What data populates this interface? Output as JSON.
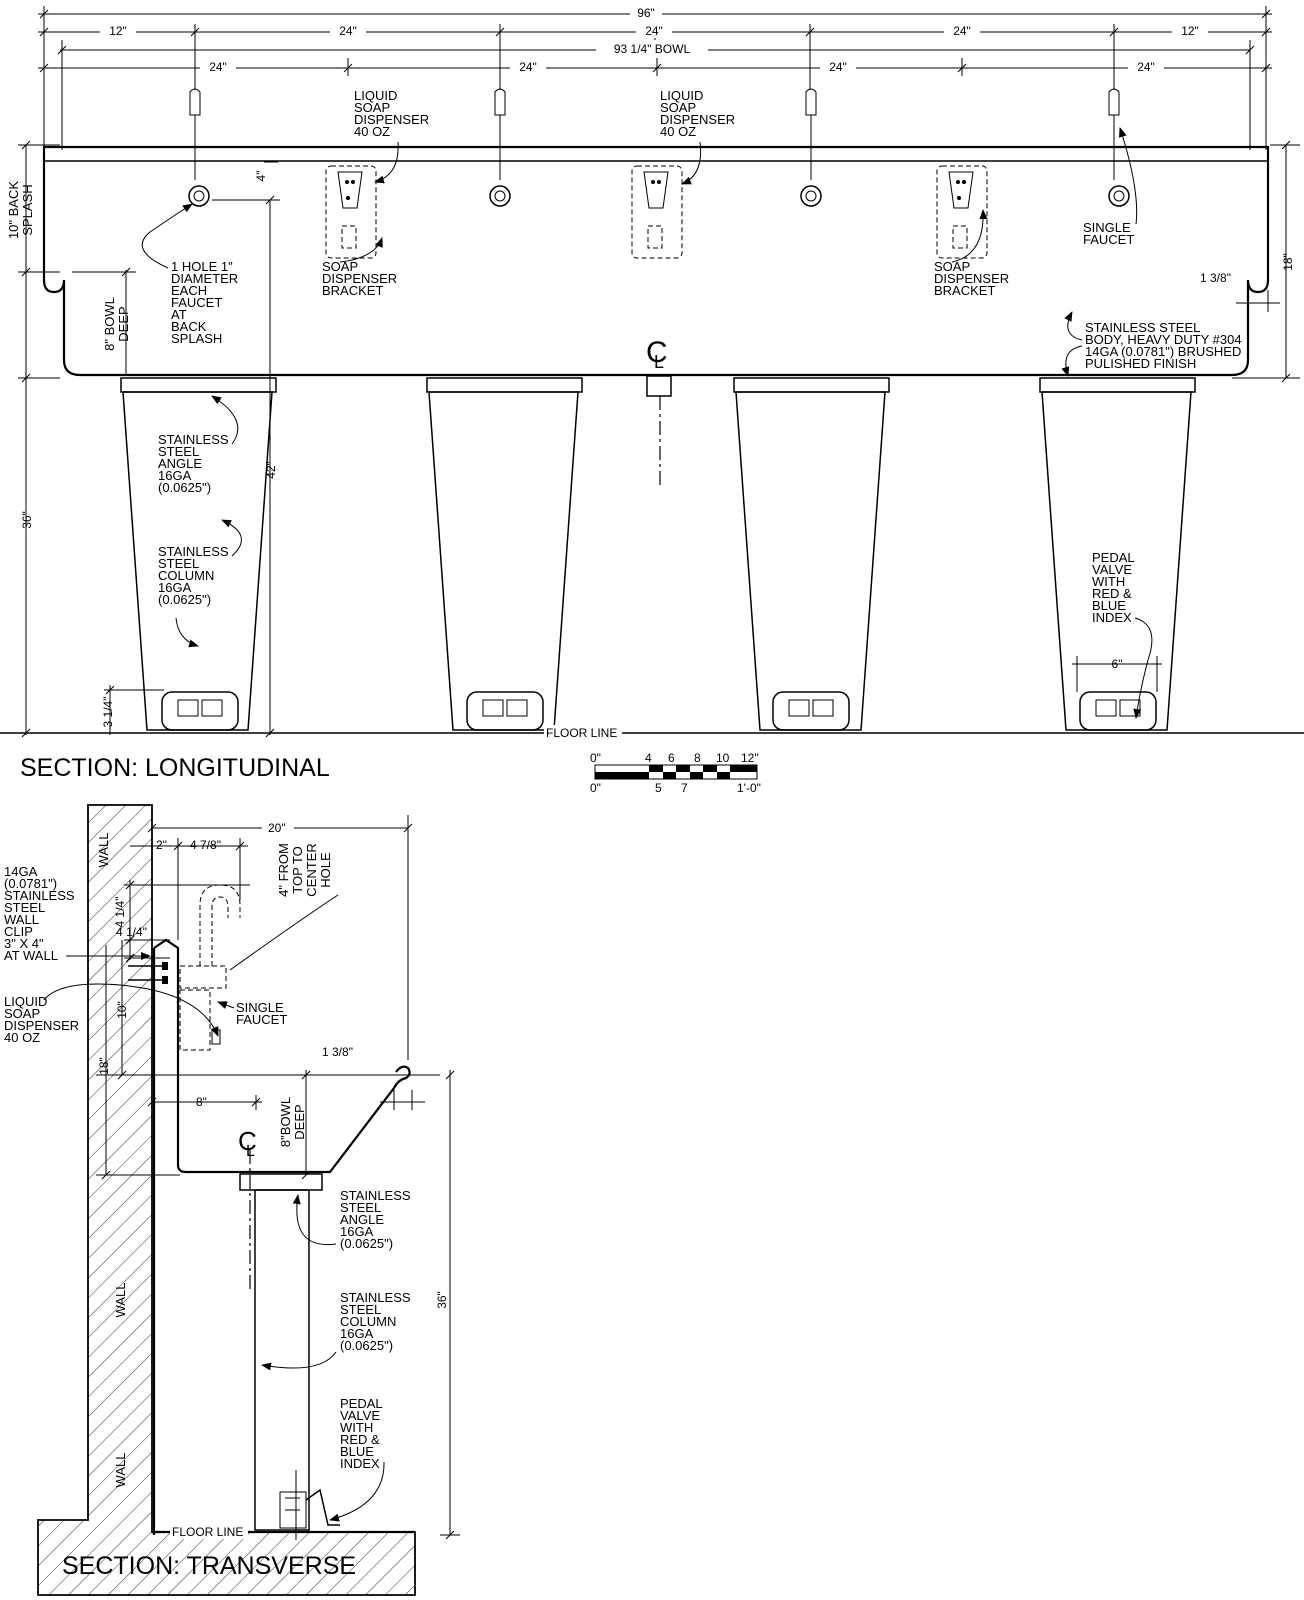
{
  "longitudinal": {
    "title": "SECTION: LONGITUDINAL",
    "dims": {
      "overall": "96\"",
      "bowl": "93 1/4\" BOWL",
      "seg12": "12\"",
      "seg24": "24\"",
      "faucet_drop": "4\"",
      "height_18": "18\"",
      "height_36": "36\"",
      "height_42": "42\"",
      "lip": "1 3/8\"",
      "pedal_width": "6\"",
      "foot_height": "3 1/4\""
    },
    "side_labels": {
      "back_splash": [
        "10\" BACK",
        "SPLASH"
      ],
      "bowl_deep": [
        "8\" BOWL",
        "DEEP"
      ]
    },
    "callouts": {
      "soap_dispenser": [
        "LIQUID",
        "SOAP",
        "DISPENSER",
        "40 OZ"
      ],
      "hole": [
        "1 HOLE 1\"",
        "DIAMETER",
        "EACH",
        "FAUCET",
        "AT",
        "BACK",
        "SPLASH"
      ],
      "bracket": [
        "SOAP",
        "DISPENSER",
        "BRACKET"
      ],
      "single_faucet": [
        "SINGLE",
        "FAUCET"
      ],
      "body": [
        "STAINLESS STEEL",
        "BODY, HEAVY DUTY #304",
        "14GA (0.0781\") BRUSHED",
        "PULISHED FINISH"
      ],
      "angle": [
        "STAINLESS",
        "STEEL",
        "ANGLE",
        "16GA",
        "(0.0625\")"
      ],
      "column": [
        "STAINLESS",
        "STEEL",
        "COLUMN",
        "16GA",
        "(0.0625\")"
      ],
      "pedal": [
        "PEDAL",
        "VALVE",
        "WITH",
        "RED &",
        "BLUE",
        "INDEX"
      ]
    },
    "floor_line": "FLOOR LINE",
    "centerline_symbol": "C",
    "centerline_sub": "L"
  },
  "scale_bar": {
    "top_labels": [
      "0\"",
      "4",
      "6",
      "8",
      "10",
      "12\""
    ],
    "bottom_labels": [
      "0\"",
      "5",
      "7",
      "1'-0\""
    ]
  },
  "transverse": {
    "title": "SECTION: TRANSVERSE",
    "wall": "WALL",
    "floor_line": "FLOOR LINE",
    "dims": {
      "depth": "20\"",
      "d2": "2\"",
      "d478": "4 7/8\"",
      "d414a": "4 1/4\"",
      "d414b": "4 1/4\"",
      "d10": "10\"",
      "d18": "18\"",
      "d8": "8\"",
      "lip": "1 3/8\"",
      "d36": "36\""
    },
    "side_labels": {
      "top_to_center": [
        "4\" FROM",
        "TOP TO",
        "CENTER",
        "HOLE"
      ],
      "bowl_deep": [
        "8\"BOWL",
        "DEEP"
      ]
    },
    "callouts": {
      "wall_clip": [
        "14GA",
        "(0.0781\")",
        "STAINLESS",
        "STEEL",
        "WALL",
        "CLIP",
        "3\" X 4\"",
        "AT WALL"
      ],
      "soap": [
        "LIQUID",
        "SOAP",
        "DISPENSER",
        "40 OZ"
      ],
      "faucet": [
        "SINGLE",
        "FAUCET"
      ],
      "angle": [
        "STAINLESS",
        "STEEL",
        "ANGLE",
        "16GA",
        "(0.0625\")"
      ],
      "column": [
        "STAINLESS",
        "STEEL",
        "COLUMN",
        "16GA",
        "(0.0625\")"
      ],
      "pedal": [
        "PEDAL",
        "VALVE",
        "WITH",
        "RED &",
        "BLUE",
        "INDEX"
      ]
    }
  }
}
